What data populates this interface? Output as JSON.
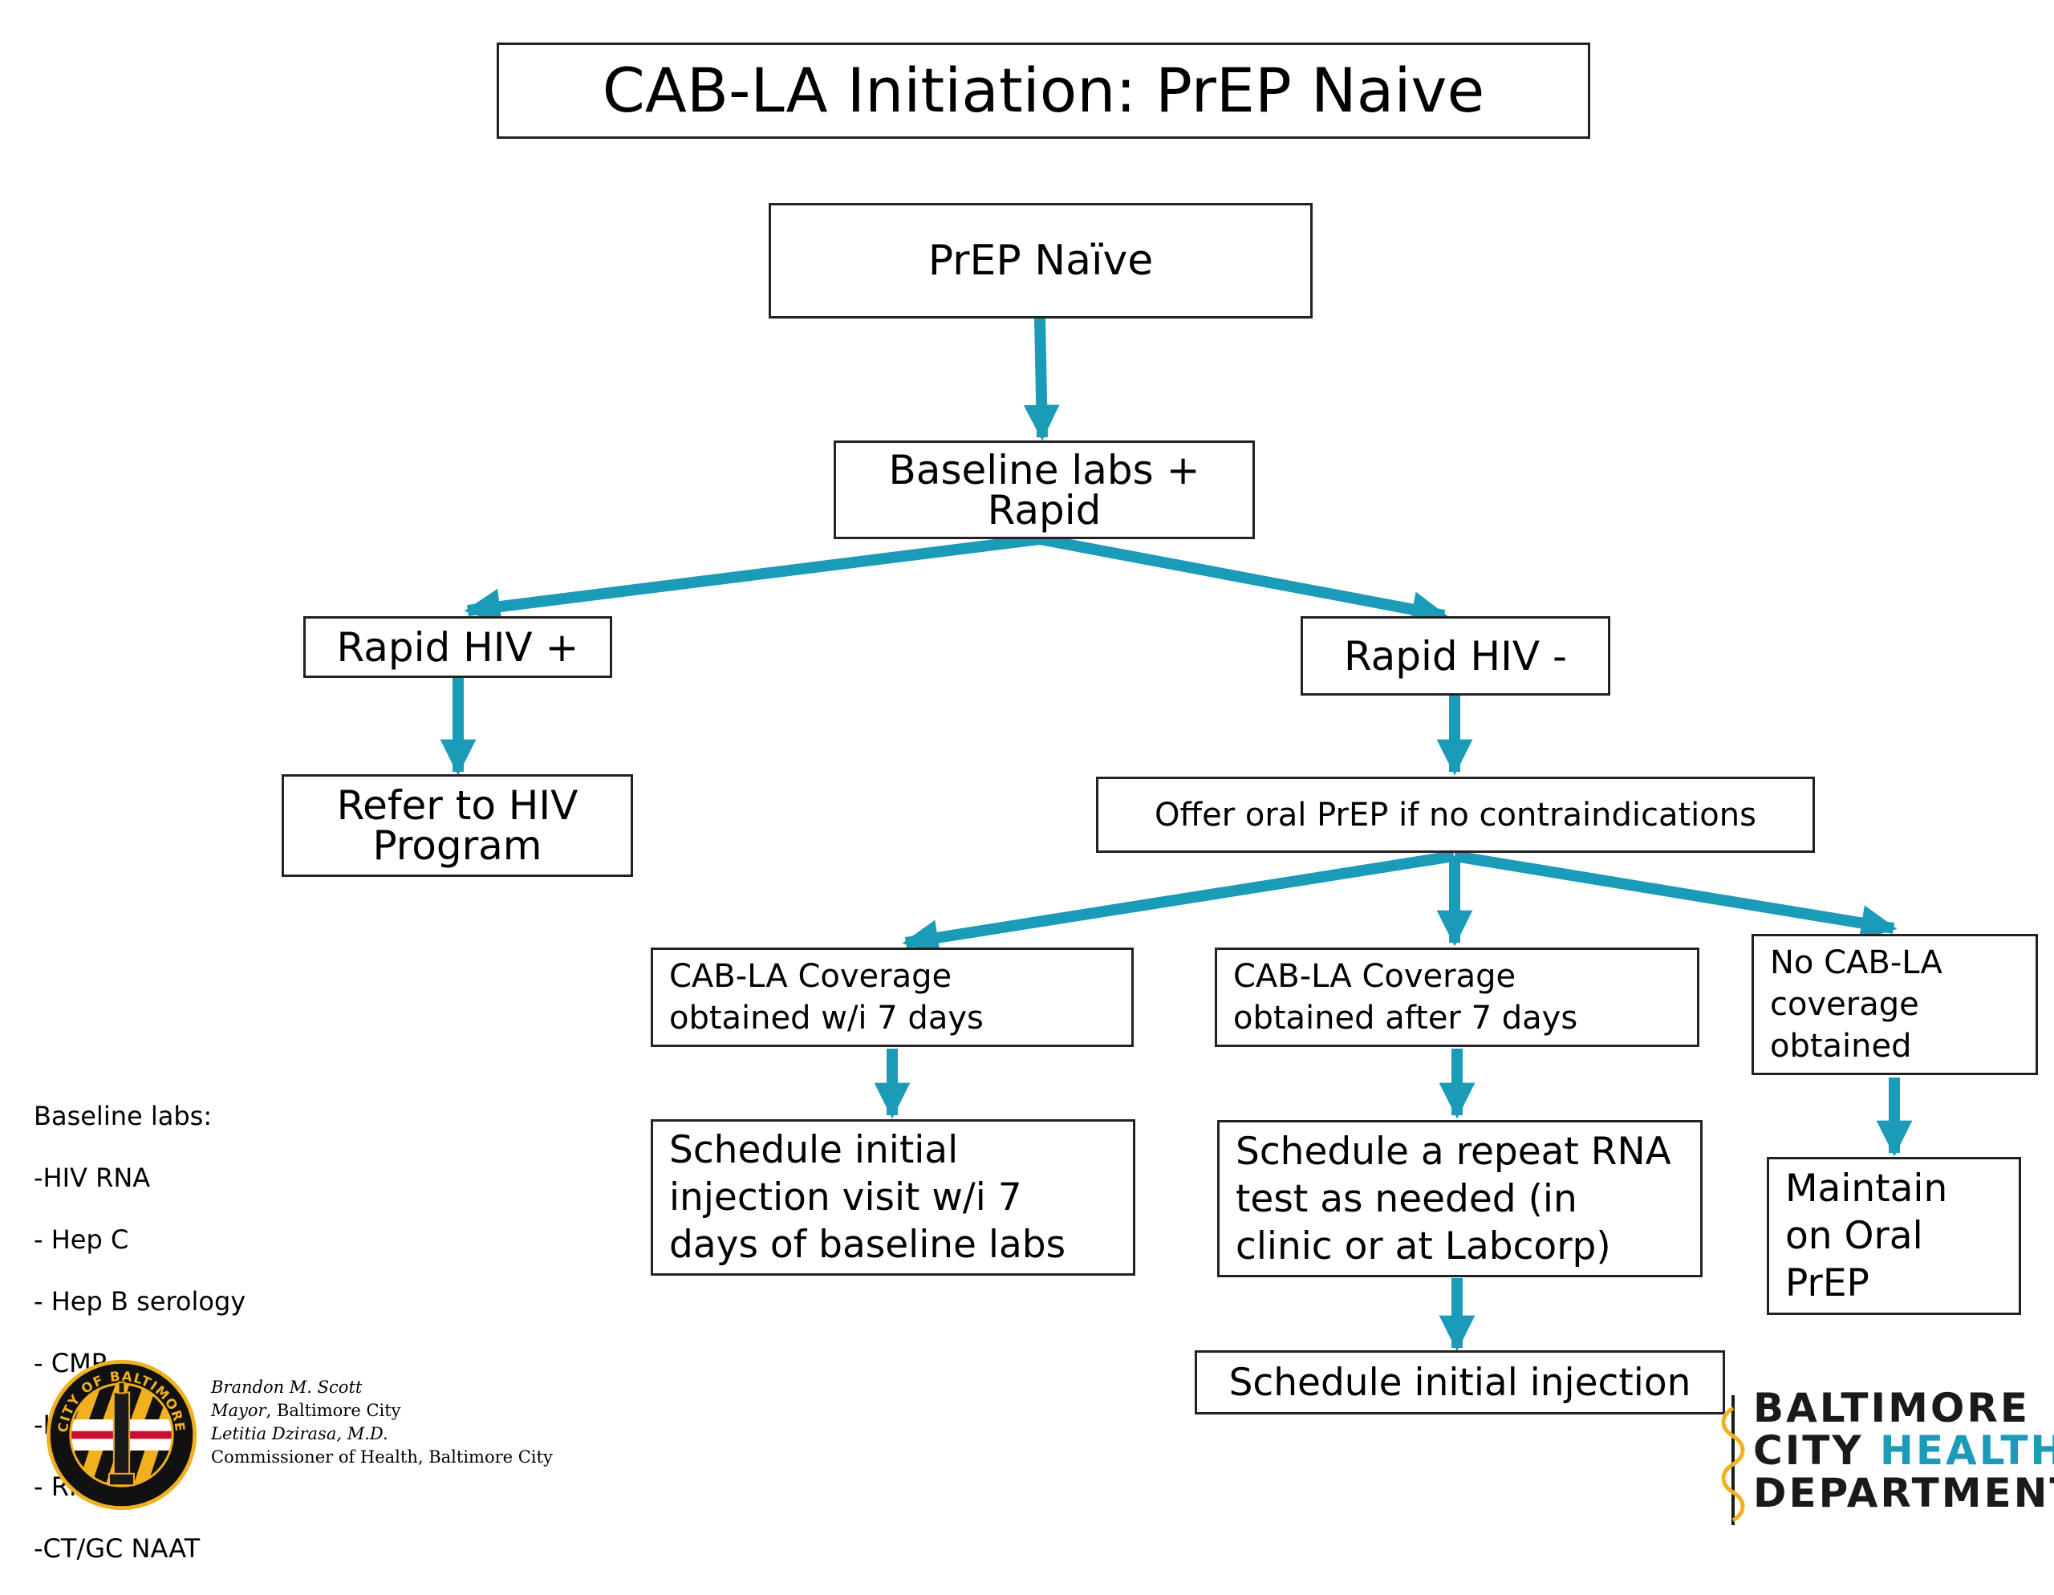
{
  "diagram": {
    "title": "CAB-LA Initiation: PrEP Naive",
    "nodes": {
      "prep_naive": "PrEP Naïve",
      "baseline_labs": "Baseline labs +\nRapid",
      "rapid_pos": "Rapid HIV +",
      "rapid_neg": "Rapid HIV -",
      "refer_hiv": "Refer to HIV\nProgram",
      "offer_oral": "Offer oral PrEP if no contraindications",
      "coverage_within": "CAB-LA Coverage\nobtained w/i  7 days",
      "coverage_after": "CAB-LA Coverage\nobtained after 7 days",
      "no_coverage": "No CAB-LA\ncoverage\nobtained",
      "schedule_initial_visit": "Schedule initial\ninjection visit w/i 7\ndays of baseline labs",
      "schedule_repeat_rna": "Schedule a repeat RNA\ntest as needed (in\nclinic or at Labcorp)",
      "maintain_oral": "Maintain\non Oral\nPrEP",
      "schedule_initial_injection": "Schedule initial injection"
    },
    "arrow_color": "#1a9cb8"
  },
  "baseline_labs_list": {
    "heading": "Baseline labs:",
    "items": [
      "-HIV RNA",
      "- Hep C",
      "- Hep B serology",
      "- CMP",
      "-Lipid panel",
      "- RPR",
      "-CT/GC NAAT"
    ]
  },
  "footer": {
    "signature": {
      "mayor_name": "Brandon M. Scott",
      "mayor_title_italic": "Mayor",
      "mayor_title_rest": ", Baltimore City",
      "commissioner_name": "Letitia Dzirasa, M.D.",
      "commissioner_title": "Commissioner of Health, Baltimore City"
    },
    "seal_text": "CITY OF BALTIMORE",
    "logo": {
      "line1": "BALTIMORE",
      "line2a": "CITY",
      "line2b": "HEALTH",
      "line3": "DEPARTMENT"
    },
    "colors": {
      "logo_teal": "#1b9bb8",
      "seal_gold": "#f2b01e",
      "seal_black": "#111111"
    }
  }
}
